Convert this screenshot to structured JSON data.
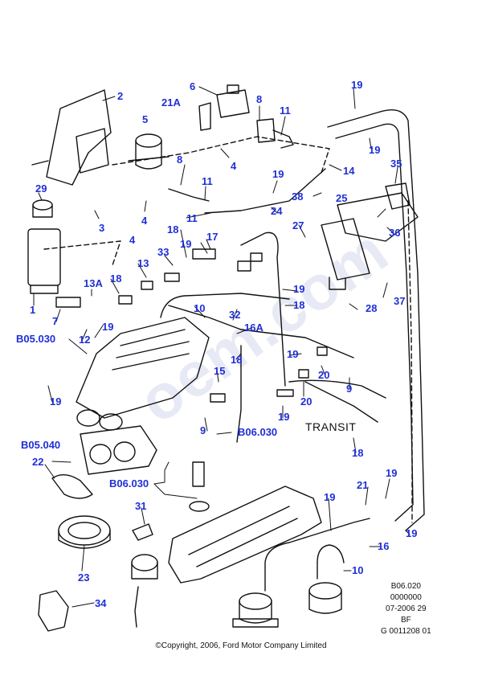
{
  "watermark": "oem.com",
  "callouts": {
    "c2": "2",
    "c6": "6",
    "c21a": "21A",
    "c5": "5",
    "c8a": "8",
    "c11a": "11",
    "c19a": "19",
    "c19b": "19",
    "c29": "29",
    "c3": "3",
    "c4a": "4",
    "c8b": "8",
    "c4b": "4",
    "c11b": "11",
    "c19c": "19",
    "c14": "14",
    "c35": "35",
    "c38": "38",
    "c25": "25",
    "c24": "24",
    "c4c": "4",
    "c11c": "11",
    "c27": "27",
    "c36": "36",
    "c18a": "18",
    "c19d": "19",
    "c17": "17",
    "c33": "33",
    "c13": "13",
    "c13a": "13A",
    "c18b": "18",
    "c1": "1",
    "c7": "7",
    "c19e": "19",
    "c10a": "10",
    "c32": "32",
    "c16a": "16A",
    "c28": "28",
    "c37": "37",
    "c19f": "19",
    "c18c": "18",
    "c12": "12",
    "c18d": "18",
    "c19g": "19",
    "c20a": "20",
    "c9a": "9",
    "c15": "15",
    "c20b": "20",
    "c19h": "19",
    "c19i": "19",
    "c18e": "18",
    "c9b": "9",
    "c22": "22",
    "c31": "31",
    "c21": "21",
    "c19j": "19",
    "c19k": "19",
    "c16": "16",
    "c10b": "10",
    "c23": "23",
    "c19l": "19",
    "c34": "34"
  },
  "refs": {
    "r1": "B05.030",
    "r2": "B05.040",
    "r3": "B06.030",
    "r4": "B06.030"
  },
  "transit_label": "TRANSIT",
  "meta": {
    "line1": "B06.020",
    "line2": "0000000",
    "line3": "07-2006 29",
    "line4": "BF",
    "line5": "G 0011208 01"
  },
  "copyright": "©Copyright, 2006, Ford Motor Company Limited"
}
